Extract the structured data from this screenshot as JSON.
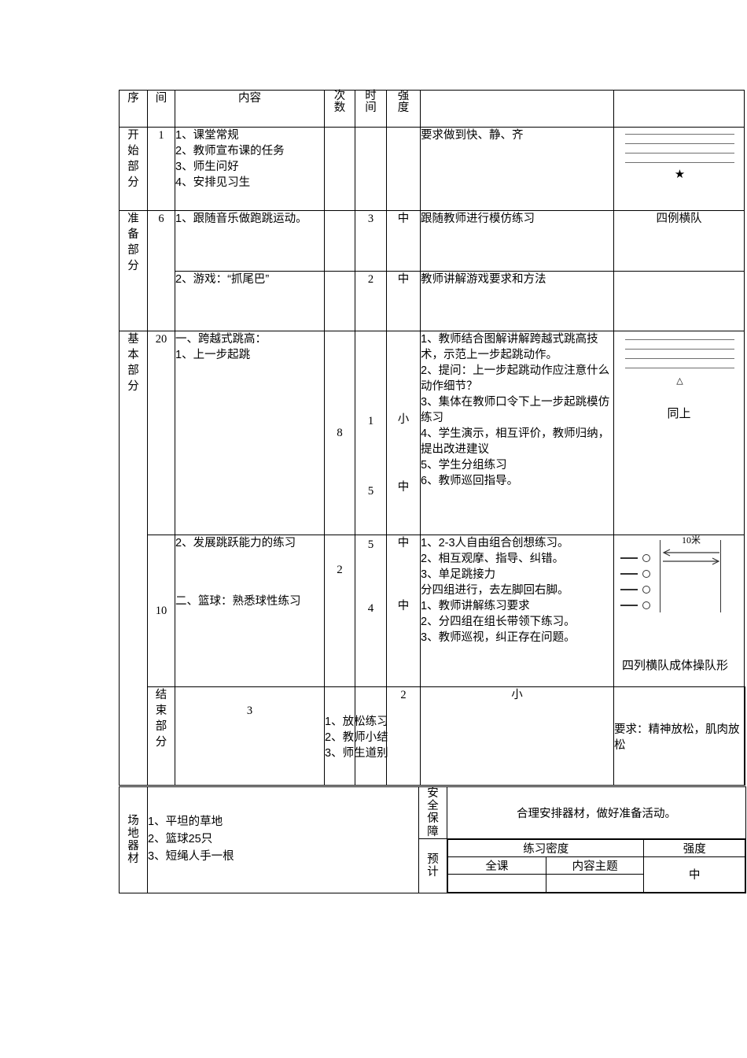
{
  "table": {
    "headers": {
      "sequence": "序",
      "duration": "间",
      "content": "内容",
      "repetitions": "次\n数",
      "repetitions_l1": "次",
      "repetitions_l2": "数",
      "time_l1": "时",
      "time_l2": "间",
      "intensity_l1": "强",
      "intensity_l2": "度",
      "method": "",
      "organization": ""
    },
    "sections": [
      {
        "name_chars": [
          "开",
          "始",
          "部",
          "分"
        ],
        "name": "开始部分",
        "duration": "1",
        "content": [
          "1、课堂常规",
          "2、教师宣布课的任务",
          "3、师生问好",
          "4、安排见习生"
        ],
        "repetitions": "",
        "time": "",
        "intensity": "",
        "method": "要求做到快、静、齐",
        "organization_type": "lines-star",
        "organization_label": ""
      },
      {
        "name_chars": [
          "准",
          "备",
          "部",
          "分"
        ],
        "name": "准备部分",
        "duration": "6",
        "content_a": [
          "1、跟随音乐做跑跳运动。"
        ],
        "content_b": [
          "2、游戏：“抓尾巴”"
        ],
        "time_a": "3",
        "intensity_a": "中",
        "method_a": "跟随教师进行模仿练习",
        "organization_a": "四例横队",
        "time_b": "2",
        "intensity_b": "中",
        "method_b": "教师讲解游戏要求和方法"
      },
      {
        "name_chars": [
          "基",
          "本",
          "部",
          "分"
        ],
        "name": "基本部分",
        "duration_1": "20",
        "duration_2": "10",
        "content_1": [
          "一、跨越式跳高：",
          "1、上一步起跳"
        ],
        "content_2": [
          "2、发展跳跃能力的练习"
        ],
        "content_3": [
          "二、篮球：熟悉球性练习"
        ],
        "reps_1": "8",
        "reps_2": "2",
        "time_rows": [
          "1",
          "5",
          "5",
          "4"
        ],
        "intensity_rows": [
          "小",
          "中",
          "中",
          "中"
        ],
        "method_1": [
          "1、教师结合图解讲解跨越式跳高技术，示范上一步起跳动作。",
          "2、提问：上一步起跳动作应注意什么动作细节？",
          "3、集体在教师口令下上一步起跳模仿练习",
          "4、学生演示，相互评价，教师归纳，提出改进建议",
          "5、学生分组练习",
          "6、教师巡回指导。"
        ],
        "method_2": [
          "1、2-3人自由组合创想练习。",
          "2、相互观摩、指导、纠错。",
          "3、单足跳接力",
          "分四组进行，去左脚回右脚。",
          "1、教师讲解练习要求",
          "2、分四组在组长带领下练习。",
          "3、教师巡视，纠正存在问题。"
        ],
        "org_same": "同上",
        "org_distance": "10米",
        "org_final": "四列横队成体操队形"
      },
      {
        "name_chars": [
          "结",
          "束",
          "部",
          "分"
        ],
        "name": "结束部分",
        "duration": "3",
        "content": [
          "1、放松练习",
          "2、教师小结",
          "3、师生道别"
        ],
        "time": "2",
        "intensity": "小",
        "method": "要求：精神放松，肌肉放松"
      }
    ],
    "footer": {
      "venue_label_chars": [
        "场",
        "地",
        "器",
        "材"
      ],
      "venue_label": "场地器材",
      "venue_items": [
        "1、平坦的草地",
        "2、篮球25只",
        "3、短绳人手一根"
      ],
      "safety_label_chars": [
        "安",
        "全",
        "保",
        "障"
      ],
      "safety_label": "安全保障",
      "safety_text": "合理安排器材，做好准备活动。",
      "estimate_label_chars": [
        "预",
        "计"
      ],
      "estimate_label": "预计",
      "density_header": "练习密度",
      "intensity_header": "强度",
      "density_sub_1": "全课",
      "density_sub_2": "内容主题",
      "density_val_1": "",
      "density_val_2": "",
      "intensity_value": "中"
    }
  }
}
